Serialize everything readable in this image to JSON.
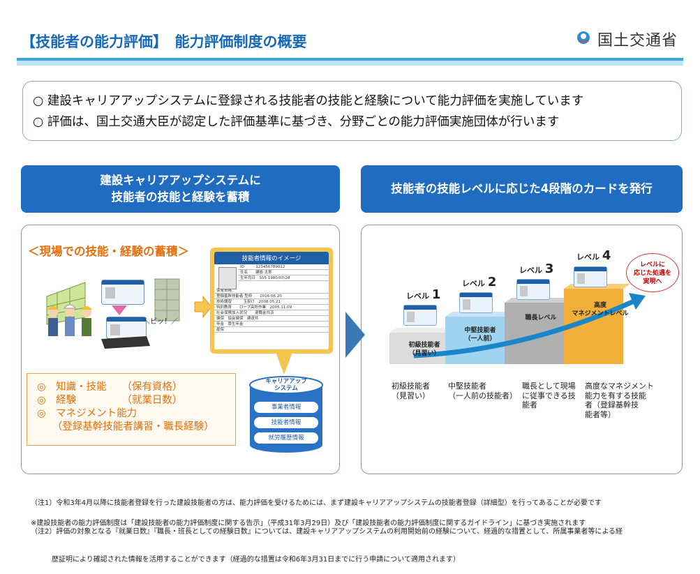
{
  "header": {
    "title": "【技能者の能力評価】　能力評価制度の概要",
    "ministry": "国土交通省"
  },
  "summary": {
    "line1": "○ 建設キャリアアップシステムに登録される技能者の技能と経験について能力評価を実施しています",
    "line2": "○ 評価は、国土交通大臣が認定した評価基準に基づき、分野ごとの能力評価実施団体が行います"
  },
  "left": {
    "heading_line1": "建設キャリアアップシステムに",
    "heading_line2": "技能者の技能と経験を蓄積",
    "accum_title": "＜現場での技能・経験の蓄積＞",
    "pip_text": "＼ピッ！／",
    "doc": {
      "title": "技能者情報のイメージ",
      "rows": [
        "ID　　　123456789012",
        "氏名　　建設 太郎",
        "生年月日　S55 1980/07/28",
        "保有資格",
        "登録基幹技能者 型枠　　2016.06.20",
        "技術講習　　　玉掛け　2008.05.21",
        "特別教育　　ロープ高所作業　2005.11.09",
        "社会保険加入状況　　退職金共済",
        "健保　協会健保　建退共",
        "年金　厚生年金",
        "雇保"
      ]
    },
    "db": {
      "title": "キャリアアップ\nシステム",
      "items": [
        "事業者情報",
        "技能者情報",
        "就労履歴情報"
      ]
    },
    "skills": [
      "◎　知識・技能　　（保有資格）",
      "◎　経験　　　　　（就業日数）",
      "◎　マネジメント能力",
      "　　（登録基幹技能者講習・職長経験）"
    ]
  },
  "right": {
    "heading": "技能者の技能レベルに応じた4段階のカードを発行",
    "levels": [
      {
        "tag": "レベル",
        "num": "1",
        "step": "初級技能者\n（見習い）",
        "desc": "初級技能者\n（見習い）"
      },
      {
        "tag": "レベル",
        "num": "2",
        "step": "中堅技能者\n（一人前）",
        "desc": "中堅技能者\n（一人前の技能者）"
      },
      {
        "tag": "レベル",
        "num": "3",
        "step": "職長レベル",
        "desc": "職長として現場\nに従事できる技\n能者"
      },
      {
        "tag": "レベル",
        "num": "4",
        "step": "高度\nマネジメントレベル",
        "desc": "高度なマネジメント\n能力を有する技能\n者（登録基幹技\n能者等）"
      }
    ],
    "oval": "レベルに\n応じた処遇を\n実現へ"
  },
  "notes": {
    "n1": "（注1）令和3年4月以降に技能者登録を行った建設技能者の方は、能力評価を受けるためには、まず建設キャリアアップシステムの技能者登録（詳細型）を行ってあることが必要です",
    "n2": "（注2）評価の対象となる『就業日数』『職長・班長としての経験日数』については、建設キャリアアップシステムの利用開始前の経験について、経過的な措置として、所属事業者等による経",
    "n3": "　　　歴証明により確認された情報を活用することができます（経過的な措置は令和6年3月31日までに行う申請について適用されます）",
    "footnote": "※建設技能者の能力評価制度は「建設技能者の能力評価制度に関する告示」（平成31年3月29日）及び「建設技能者の能力評価制度に関するガイドライン」に基づき実施されます"
  },
  "colors": {
    "brand_blue": "#1f6cc0",
    "accent_orange": "#e5700e",
    "card_yellow": "#f6c451"
  }
}
